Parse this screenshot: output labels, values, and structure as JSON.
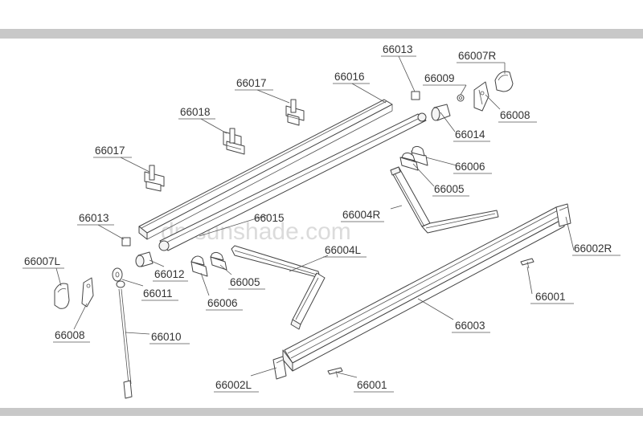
{
  "colors": {
    "border_band": "#c8c8c8",
    "line": "#444444",
    "watermark": "#d0d0d0"
  },
  "watermark": "dmsunshade.com",
  "labels": {
    "p66013_top": "66013",
    "p66007R": "66007R",
    "p66009": "66009",
    "p66008_right": "66008",
    "p66017_top": "66017",
    "p66016": "66016",
    "p66018": "66018",
    "p66014": "66014",
    "p66017_left": "66017",
    "p66006_right": "66006",
    "p66005_right": "66005",
    "p66013_left": "66013",
    "p66015": "66015",
    "p66004R": "66004R",
    "p66002R": "66002R",
    "p66007L": "66007L",
    "p66012": "66012",
    "p66004L": "66004L",
    "p66011": "66011",
    "p66005_mid": "66005",
    "p66006_mid": "66006",
    "p66001_right": "66001",
    "p66008_left": "66008",
    "p66003": "66003",
    "p66010": "66010",
    "p66002L": "66002L",
    "p66001_bottom": "66001"
  }
}
